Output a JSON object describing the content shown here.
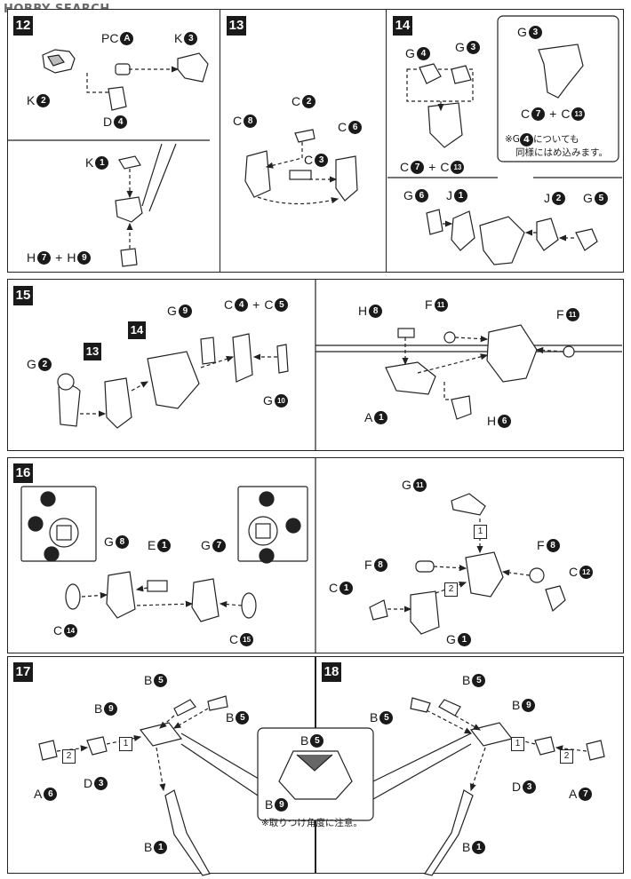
{
  "watermark": "HOBBY SEARCH",
  "steps": {
    "s12": "12",
    "s13": "13",
    "s14": "14",
    "s15": "15",
    "s16": "16",
    "s17": "17",
    "s18": "18",
    "s13_ref": "13",
    "s14_ref": "14"
  },
  "labels": {
    "p12_pcA": {
      "letter": "PC",
      "num": "A"
    },
    "p12_k3": {
      "letter": "K",
      "num": "3"
    },
    "p12_k2": {
      "letter": "K",
      "num": "2"
    },
    "p12_d4": {
      "letter": "D",
      "num": "4"
    },
    "p12_k1": {
      "letter": "K",
      "num": "1"
    },
    "p12_h7": {
      "letter": "H",
      "num": "7"
    },
    "p12_h9": {
      "letter": "H",
      "num": "9"
    },
    "p13_c2": {
      "letter": "C",
      "num": "2"
    },
    "p13_c8": {
      "letter": "C",
      "num": "8"
    },
    "p13_c6": {
      "letter": "C",
      "num": "6"
    },
    "p13_c3": {
      "letter": "C",
      "num": "3"
    },
    "p14_g4": {
      "letter": "G",
      "num": "4"
    },
    "p14_g3a": {
      "letter": "G",
      "num": "3"
    },
    "p14_c7a": {
      "letter": "C",
      "num": "7"
    },
    "p14_c13a": {
      "letter": "C",
      "num": "13"
    },
    "p14_g3b": {
      "letter": "G",
      "num": "3"
    },
    "p14_c7b": {
      "letter": "C",
      "num": "7"
    },
    "p14_c13b": {
      "letter": "C",
      "num": "13"
    },
    "p14_g6": {
      "letter": "G",
      "num": "6"
    },
    "p14_j1": {
      "letter": "J",
      "num": "1"
    },
    "p14_j2": {
      "letter": "J",
      "num": "2"
    },
    "p14_g5": {
      "letter": "G",
      "num": "5"
    },
    "p15_g9": {
      "letter": "G",
      "num": "9"
    },
    "p15_c4": {
      "letter": "C",
      "num": "4"
    },
    "p15_c5": {
      "letter": "C",
      "num": "5"
    },
    "p15_g2": {
      "letter": "G",
      "num": "2"
    },
    "p15_g10": {
      "letter": "G",
      "num": "10"
    },
    "p15_h8": {
      "letter": "H",
      "num": "8"
    },
    "p15_f11a": {
      "letter": "F",
      "num": "11"
    },
    "p15_f11b": {
      "letter": "F",
      "num": "11"
    },
    "p15_a1": {
      "letter": "A",
      "num": "1"
    },
    "p15_h6": {
      "letter": "H",
      "num": "6"
    },
    "p16_g8": {
      "letter": "G",
      "num": "8"
    },
    "p16_e1": {
      "letter": "E",
      "num": "1"
    },
    "p16_g7": {
      "letter": "G",
      "num": "7"
    },
    "p16_c14": {
      "letter": "C",
      "num": "14"
    },
    "p16_c15": {
      "letter": "C",
      "num": "15"
    },
    "p16_g11": {
      "letter": "G",
      "num": "11"
    },
    "p16_f8a": {
      "letter": "F",
      "num": "8"
    },
    "p16_f8b": {
      "letter": "F",
      "num": "8"
    },
    "p16_c1": {
      "letter": "C",
      "num": "1"
    },
    "p16_c12": {
      "letter": "C",
      "num": "12"
    },
    "p16_g1": {
      "letter": "G",
      "num": "1"
    },
    "p17_b5a": {
      "letter": "B",
      "num": "5"
    },
    "p17_b9": {
      "letter": "B",
      "num": "9"
    },
    "p17_b5b": {
      "letter": "B",
      "num": "5"
    },
    "p17_a6": {
      "letter": "A",
      "num": "6"
    },
    "p17_d3": {
      "letter": "D",
      "num": "3"
    },
    "p17_b1": {
      "letter": "B",
      "num": "1"
    },
    "pmid_b5": {
      "letter": "B",
      "num": "5"
    },
    "pmid_b9": {
      "letter": "B",
      "num": "9"
    },
    "p18_b5a": {
      "letter": "B",
      "num": "5"
    },
    "p18_b5b": {
      "letter": "B",
      "num": "5"
    },
    "p18_b9": {
      "letter": "B",
      "num": "9"
    },
    "p18_d3": {
      "letter": "D",
      "num": "3"
    },
    "p18_a7": {
      "letter": "A",
      "num": "7"
    },
    "p18_b1": {
      "letter": "B",
      "num": "1"
    }
  },
  "order_marks": {
    "p16_1": "1",
    "p16_2": "2",
    "p17_1": "1",
    "p17_2": "2",
    "p18_1": "1",
    "p18_2": "2"
  },
  "notes": {
    "p14_note_line1_pre": "※G",
    "p14_note_line1_num": "4",
    "p14_note_line1_post": "についても",
    "p14_note_line2": "同様にはめ込みます。",
    "mid_note": "※取りつけ角度に注意。",
    "plus": "+"
  }
}
